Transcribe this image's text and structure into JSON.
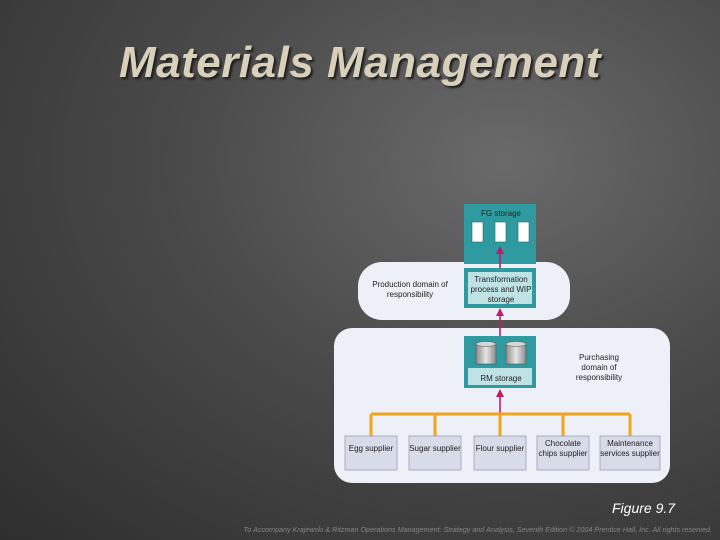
{
  "title": "Materials Management",
  "diagram": {
    "fg_storage": "FG storage",
    "transformation": "Transformation process and WIP storage",
    "rm_storage": "RM storage",
    "production_domain": "Production domain of responsibility",
    "purchasing_domain": "Purchasing domain of responsibility",
    "suppliers": [
      "Egg supplier",
      "Sugar supplier",
      "Flour supplier",
      "Chocolate chips supplier",
      "Maintenance services supplier"
    ]
  },
  "figure_caption": "Figure 9.7",
  "footer": "To Accompany Krajewski & Ritzman Operations Management: Strategy and Analysis, Seventh Edition © 2004 Prentice Hall, Inc. All rights reserved.",
  "colors": {
    "teal": "#2f9aa0",
    "orange": "#f0a51a",
    "arrow": "#c11b6e",
    "domain_fill": "#eef0f7"
  }
}
